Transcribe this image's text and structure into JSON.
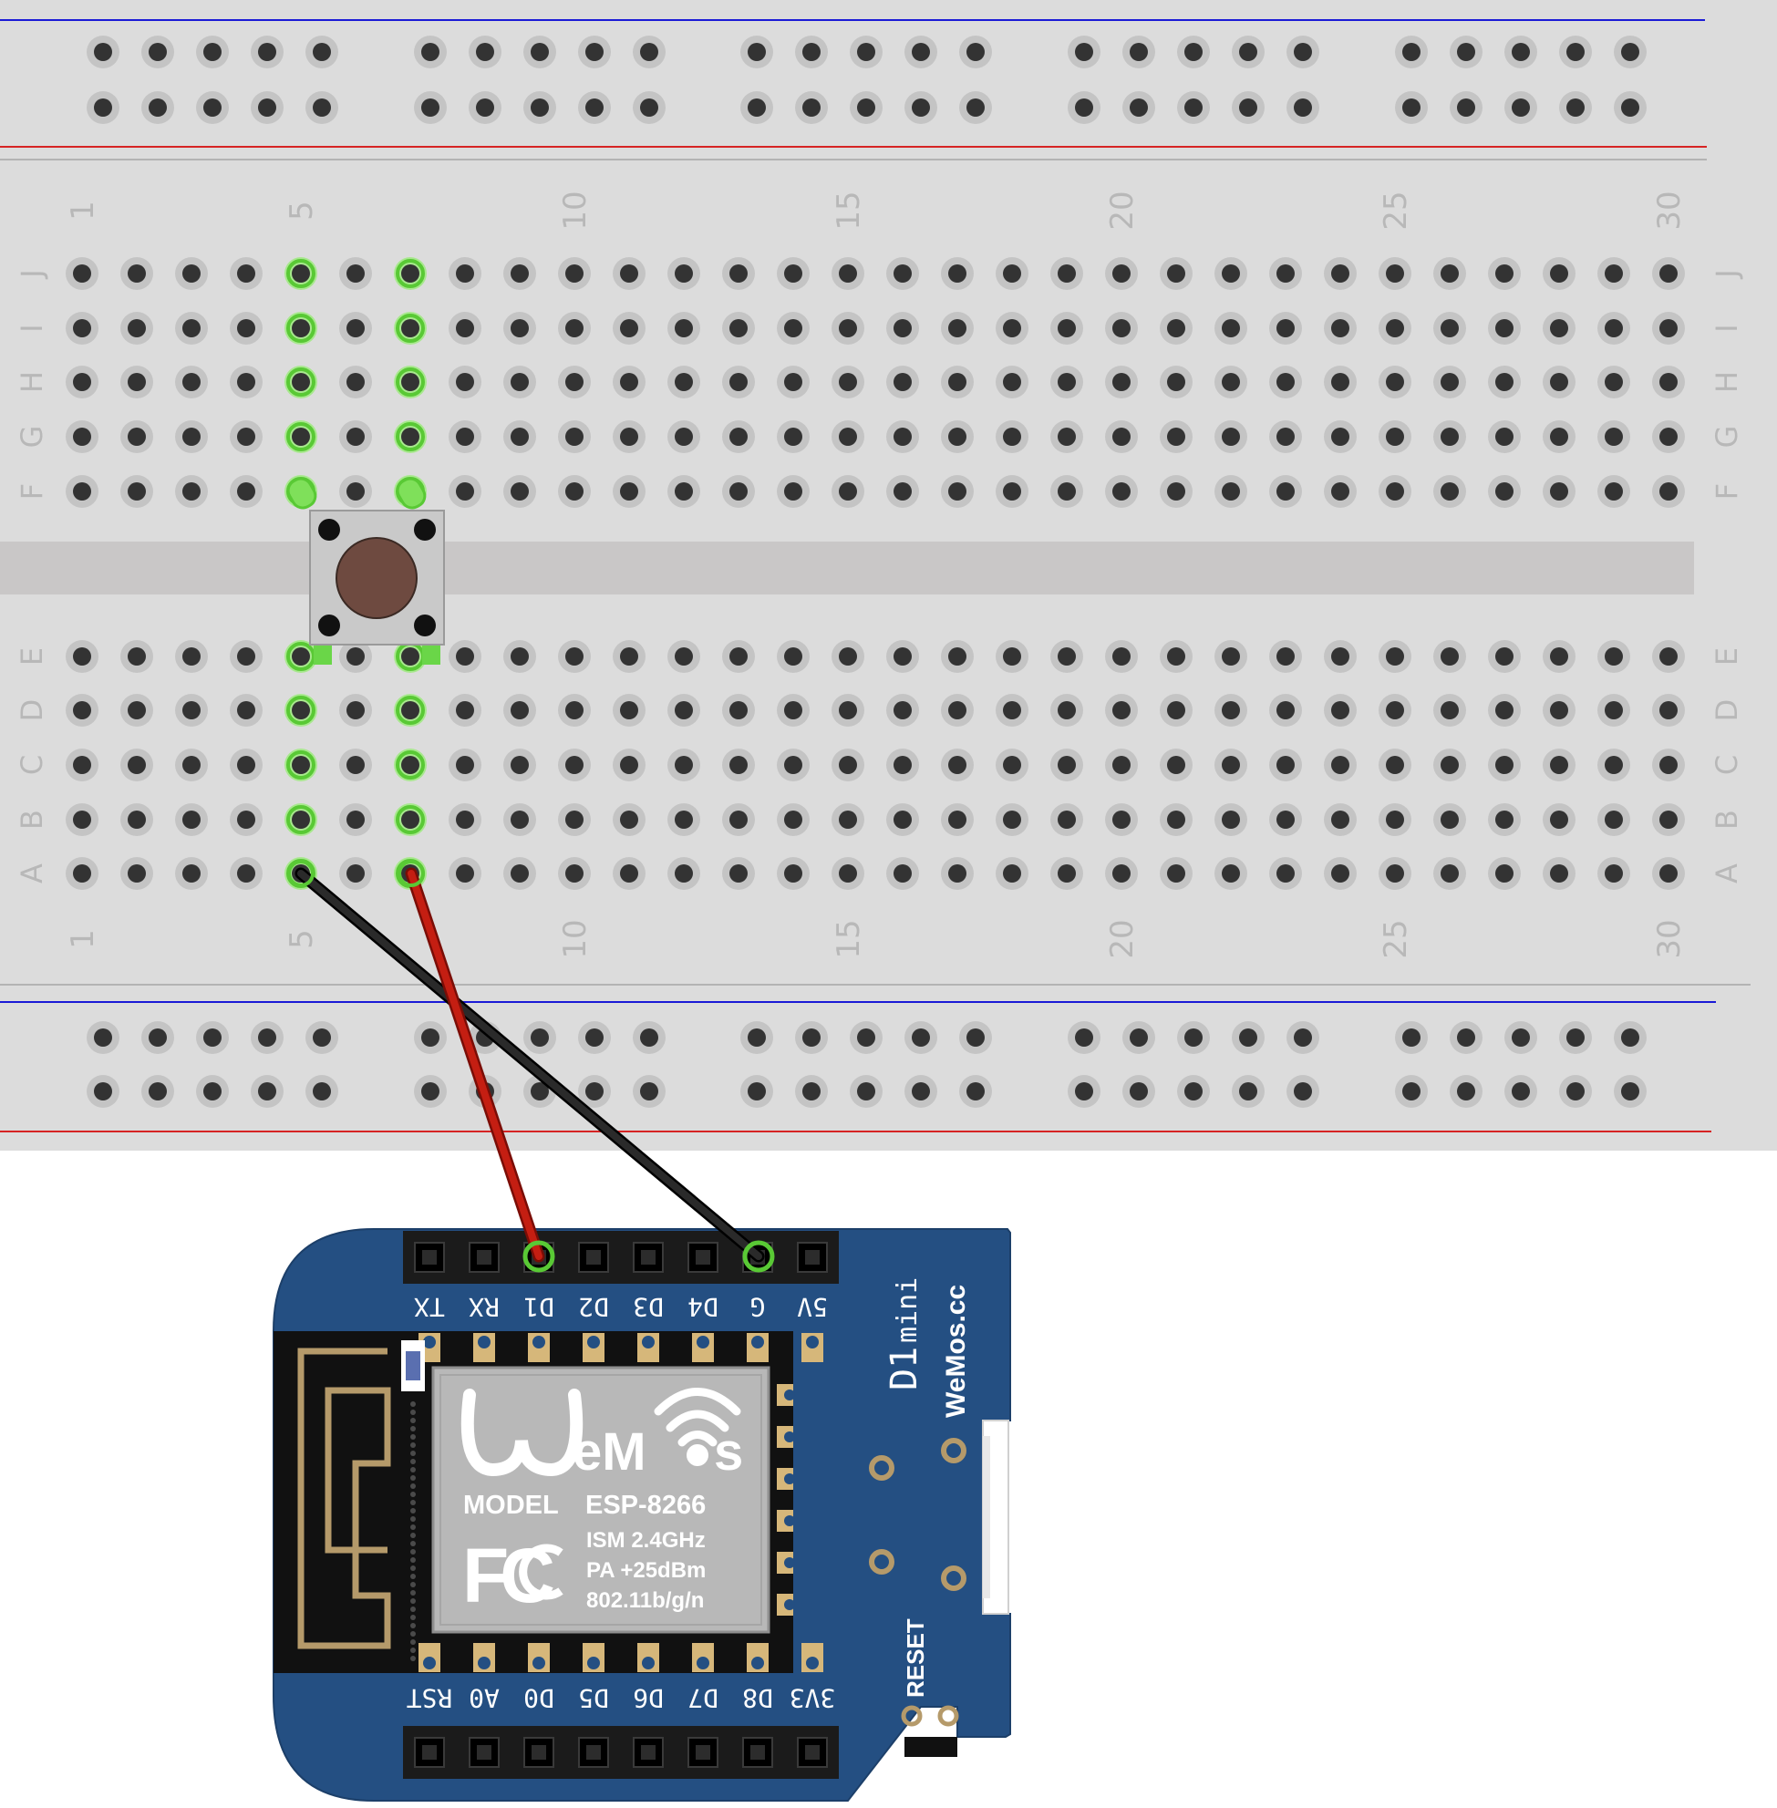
{
  "breadboard": {
    "column_numbers": [
      "1",
      "5",
      "10",
      "15",
      "20",
      "25",
      "30"
    ],
    "row_letters_top": [
      "J",
      "I",
      "H",
      "G",
      "F"
    ],
    "row_letters_bottom": [
      "E",
      "D",
      "C",
      "B",
      "A"
    ],
    "colors": {
      "body": "#dcdcdc",
      "hole": "#333333",
      "hole_ring": "#c4c4c4",
      "label": "#b8b8b8",
      "rail_blue": "#1a1ad6",
      "rail_red": "#d62424",
      "active_hole": "#59c935"
    }
  },
  "button": {
    "name": "tactile-push-button",
    "colors": {
      "body": "#c9c9c9",
      "cap": "#6e4a40"
    }
  },
  "wires": [
    {
      "name": "black-wire",
      "color": "#1a1a1a",
      "from": "A5",
      "to": "G"
    },
    {
      "name": "red-wire",
      "color": "#c41e12",
      "from": "A7",
      "to": "D1"
    }
  ],
  "board": {
    "pins_top": [
      "TX",
      "RX",
      "D1",
      "D2",
      "D3",
      "D4",
      "G",
      "5V"
    ],
    "pins_bottom": [
      "RST",
      "A0",
      "D0",
      "D5",
      "D6",
      "D7",
      "D8",
      "3V3"
    ],
    "title": "D1",
    "title_suffix": "mini",
    "url": "WeMos.cc",
    "reset_label": "RESET",
    "colors": {
      "pcb": "#244f82",
      "pcb_edge": "#1c3f69",
      "header": "#1b1b1b",
      "silk": "#ffffff"
    }
  },
  "module": {
    "logo": "WeMos",
    "model_label": "MODEL",
    "model_value": "ESP-8266",
    "specs": [
      "ISM 2.4GHz",
      "PA +25dBm",
      "802.11b/g/n"
    ],
    "cert_mark": "FC",
    "colors": {
      "shield": "#b8b8b8",
      "text": "#ffffff"
    }
  }
}
